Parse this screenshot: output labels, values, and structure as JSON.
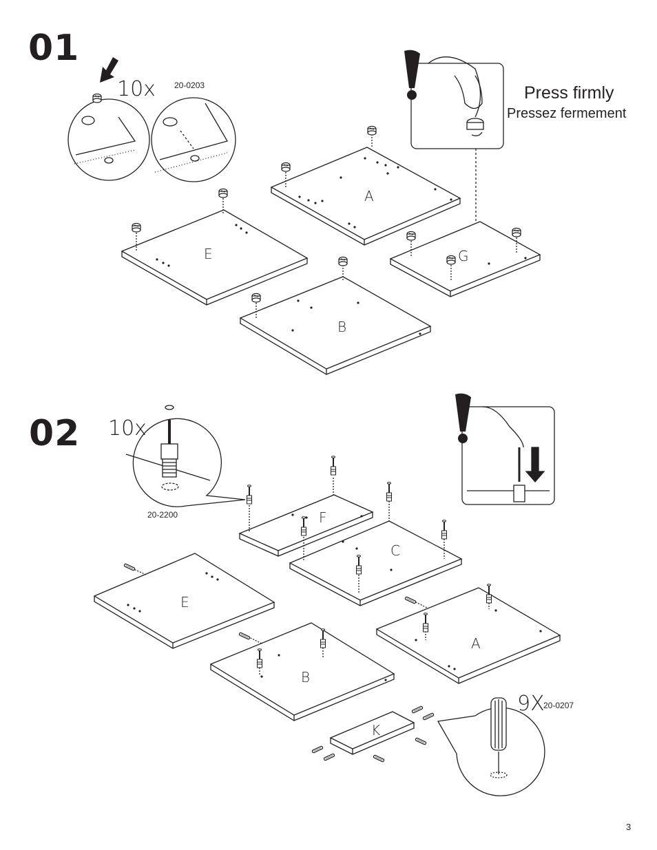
{
  "page_number": "3",
  "step1": {
    "number": "01",
    "quantity": "10x",
    "part_code": "20-0203",
    "callout_en": "Press firmly",
    "callout_fr": "Pressez fermement",
    "panels": {
      "A": "A",
      "B": "B",
      "E": "E",
      "G": "G"
    }
  },
  "step2": {
    "number": "02",
    "quantity": "10x",
    "part_code": "20-2200",
    "dowel_quantity": "9X",
    "dowel_code": "20-0207",
    "panels": {
      "A": "A",
      "B": "B",
      "C": "C",
      "E": "E",
      "F": "F",
      "K": "K"
    }
  }
}
